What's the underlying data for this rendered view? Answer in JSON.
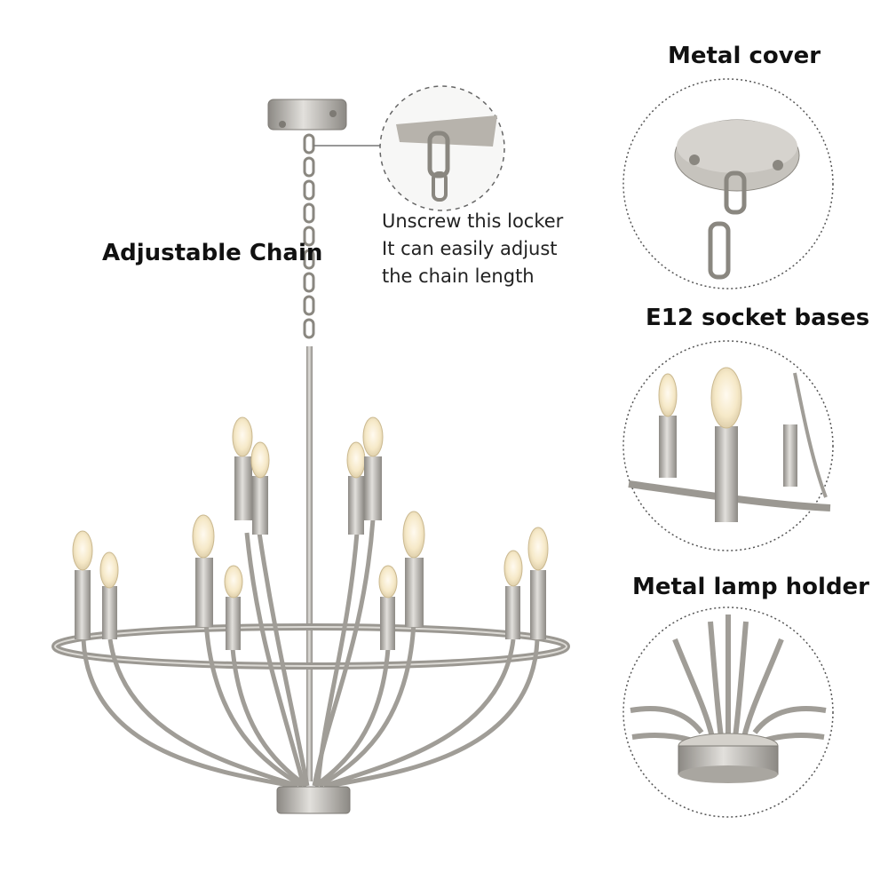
{
  "labels": {
    "adjustable_chain": "Adjustable Chain",
    "metal_cover": "Metal cover",
    "socket_bases": "E12 socket bases",
    "lamp_holder": "Metal lamp holder"
  },
  "locker_note": {
    "line1": "Unscrew this locker",
    "line2": "It can easily adjust",
    "line3": "the chain length"
  },
  "colors": {
    "metal": "#b9b6b0",
    "metal_dark": "#8a8780",
    "bulb_glow": "#f6e9c8",
    "circle_border": "#555555"
  }
}
